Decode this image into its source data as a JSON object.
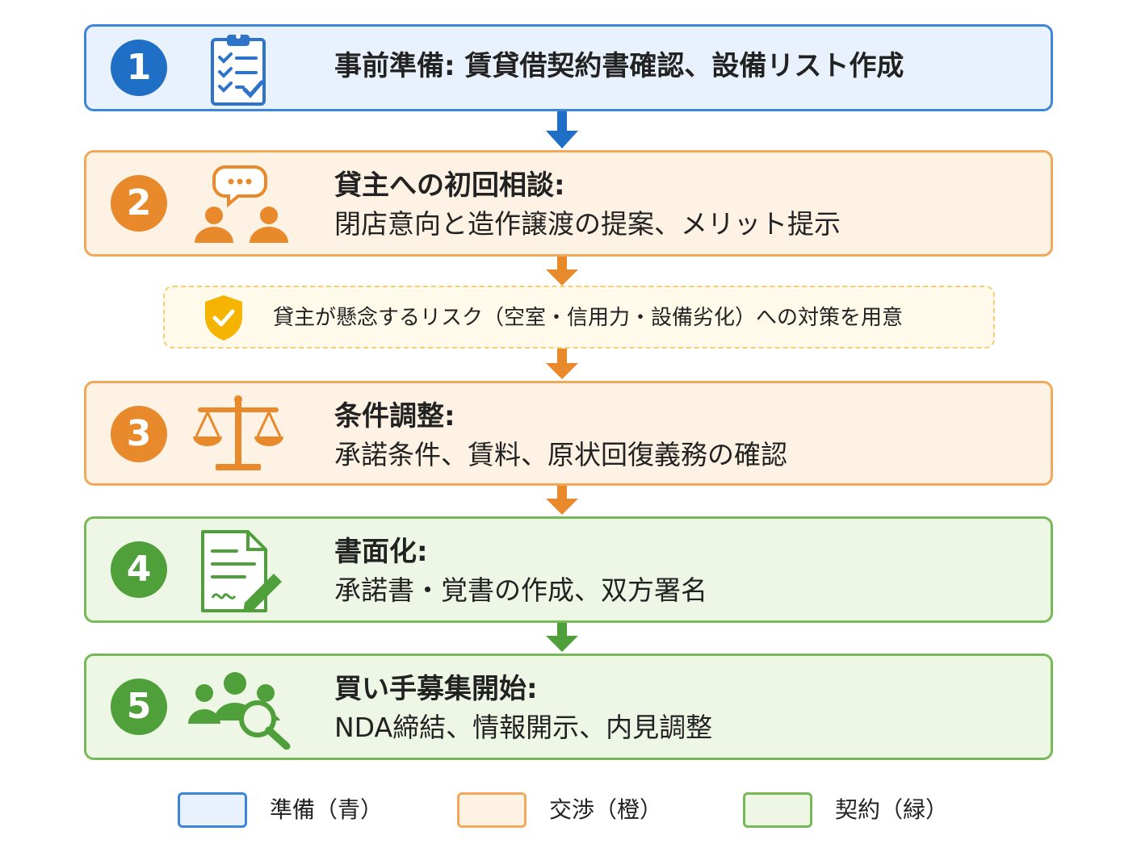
{
  "steps": [
    {
      "number": "1",
      "title": "事前準備: 賃貸借契約書確認、設備リスト作成",
      "detail": ""
    },
    {
      "number": "2",
      "title": "貸主への初回相談:",
      "detail": "閉店意向と造作譲渡の提案、メリット提示"
    },
    {
      "number": "3",
      "title": "条件調整:",
      "detail": "承諾条件、賃料、原状回復義務の確認"
    },
    {
      "number": "4",
      "title": "書面化:",
      "detail": "承諾書・覚書の作成、双方署名"
    },
    {
      "number": "5",
      "title": "買い手募集開始:",
      "detail": "NDA締結、情報開示、内見調整"
    }
  ],
  "note": "貸主が懸念するリスク（空室・信用力・設備劣化）への対策を用意",
  "legend": [
    {
      "label": "準備（青）",
      "color": "#3d85d8"
    },
    {
      "label": "交渉（橙）",
      "color": "#f0a85a"
    },
    {
      "label": "契約（緑）",
      "color": "#77b957"
    }
  ],
  "colors": {
    "blue": "#1f6fc6",
    "orange": "#e88a2c",
    "green": "#4f9f3a",
    "gold": "#f4b400"
  },
  "icons": [
    "checklist-icon",
    "consultation-icon",
    "shield-check-icon",
    "scales-icon",
    "signed-document-icon",
    "team-search-icon"
  ]
}
